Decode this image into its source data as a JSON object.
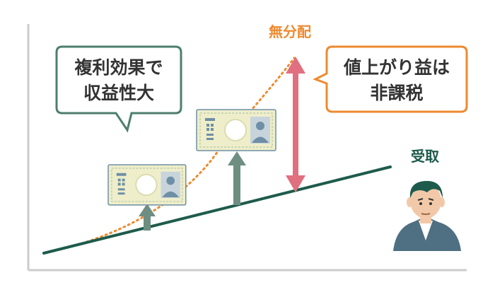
{
  "labels": {
    "compound_line1": "複利効果で",
    "compound_line2": "収益性大",
    "no_dividend": "無分配",
    "tax_line1": "値上がり益は",
    "tax_line2": "非課税",
    "received": "受取"
  },
  "colors": {
    "axis": "#cccccc",
    "dark_green": "#1e5b4c",
    "orange": "#ee8a2f",
    "pink": "#e0707f",
    "arrow_green": "#6e8e82",
    "bubble_border_green": "#4d7e6d",
    "bubble_border_orange": "#ee8a2f",
    "banknote_fill": "#eeeeca",
    "banknote_detail": "#6e8fa6"
  },
  "icons": {
    "banknote_left": "banknote-icon",
    "banknote_right": "banknote-icon",
    "person": "businessman-avatar-icon"
  }
}
